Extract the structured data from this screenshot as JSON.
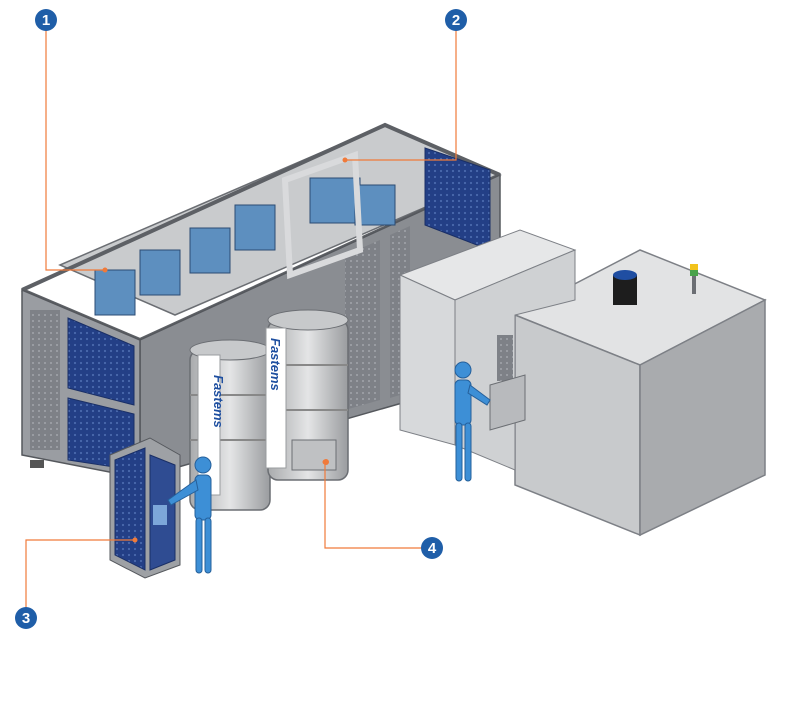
{
  "callouts": [
    {
      "number": "1"
    },
    {
      "number": "2"
    },
    {
      "number": "3"
    },
    {
      "number": "4"
    }
  ],
  "brand_labels": [
    "Fastems",
    "Fastems"
  ],
  "colors": {
    "callout_fill": "#1f5ea8",
    "leader_line": "#f07a3a",
    "frame_gray": "#7d8086",
    "panel_blue": "#223f86",
    "machine_gray": "#d4d6d8",
    "operator_blue": "#3d8fd6"
  }
}
